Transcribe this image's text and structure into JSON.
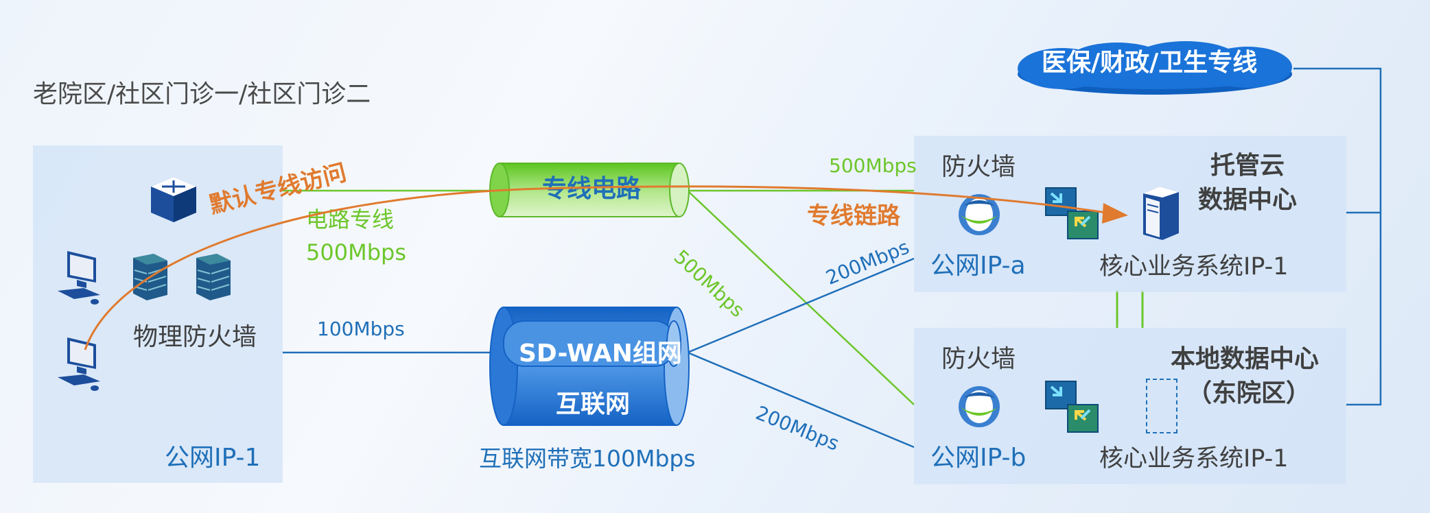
{
  "site_title": "老院区/社区门诊一/社区门诊二",
  "cloud_label": "医保/财政/卫生专线",
  "left_site": {
    "firewall_label": "物理防火墙",
    "ip_label": "公网IP-1"
  },
  "dedicated": {
    "tube_label": "专线电路",
    "circuit_label": "电路专线",
    "circuit_speed": "500Mbps",
    "default_access_label": "默认专线访问",
    "link_label": "专线链路",
    "speed_top": "500Mbps",
    "speed_diag": "500Mbps"
  },
  "sdwan": {
    "tube_top_label": "SD-WAN组网",
    "tube_bottom_label": "互联网",
    "left_speed": "100Mbps",
    "bandwidth_label": "互联网带宽100Mbps",
    "speed_to_a": "200Mbps",
    "speed_to_b": "200Mbps"
  },
  "hosted_cloud": {
    "title_line1": "托管云",
    "title_line2": "数据中心",
    "firewall_label": "防火墙",
    "ip_label": "公网IP-a",
    "system_label": "核心业务系统IP-1"
  },
  "local_dc": {
    "title_line1": "本地数据中心",
    "title_line2": "（东院区）",
    "firewall_label": "防火墙",
    "ip_label": "公网IP-b",
    "system_label": "核心业务系统IP-1"
  },
  "colors": {
    "green_link": "#6cc62a",
    "blue_link": "#1f6fb8",
    "orange_arrow": "#e07a2e",
    "panel": "#d2e3f7",
    "cloud": "#1a73d9"
  }
}
